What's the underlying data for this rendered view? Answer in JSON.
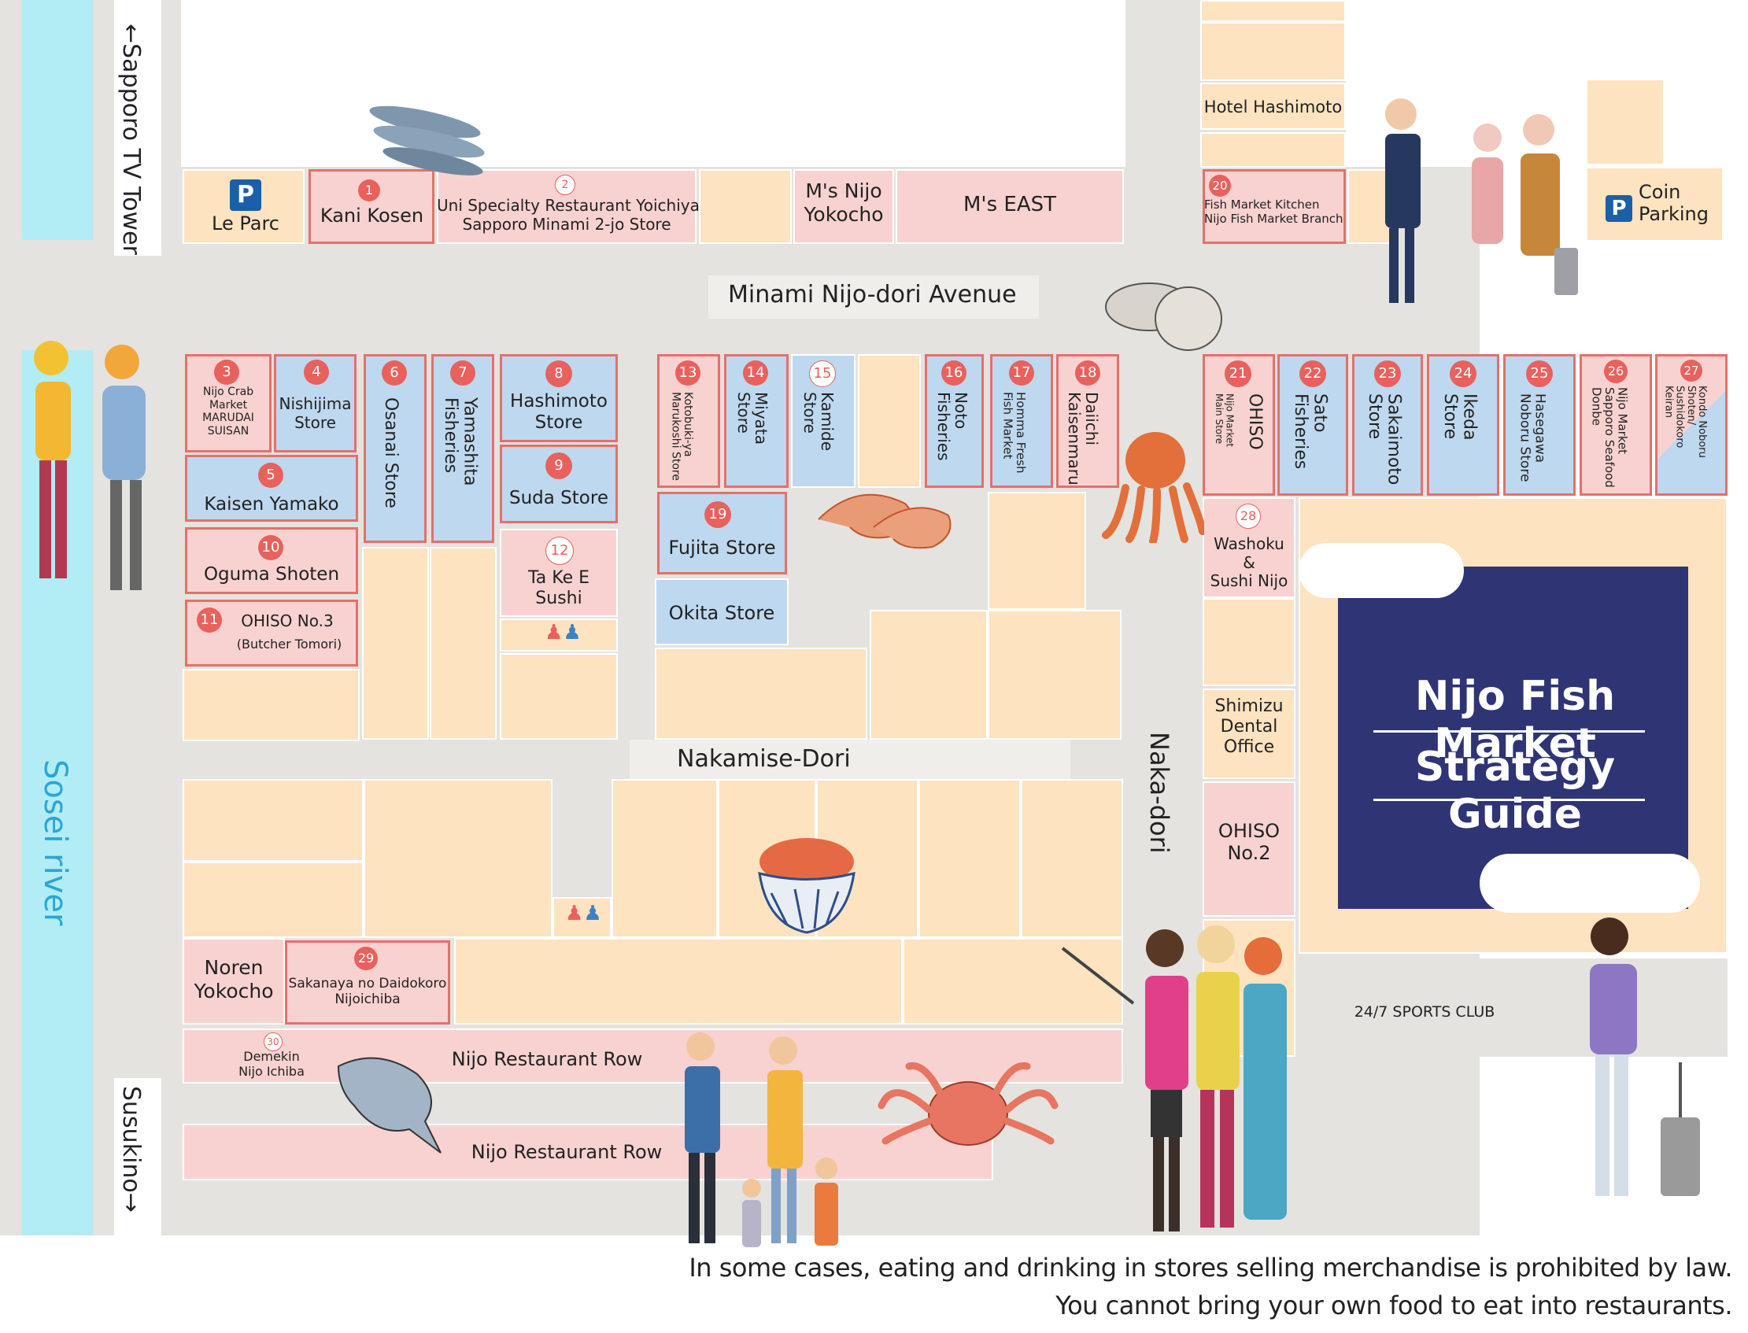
{
  "roads": {
    "sapporo_tv_tower": "←Sapporo TV Tower",
    "susukino": "Susukino→",
    "sosei_river": "Sosei river",
    "minami_nijo": "Minami Nijo-dori Avenue",
    "nakamise": "Nakamise-Dori",
    "naka_dori": "Naka-dori"
  },
  "parking": {
    "icon": "P",
    "le_parc": "Le Parc",
    "coin_parking": "Coin\nParking"
  },
  "places": {
    "ms_nijo": "M's Nijo\nYokocho",
    "ms_east": "M's EAST",
    "hotel_hashimoto": "Hotel Hashimoto",
    "shimizu_dental": "Shimizu\nDental\nOffice",
    "ohiso_no2": "OHISO\nNo.2",
    "sports_club": "24/7 SPORTS CLUB",
    "noren_yokocho": "Noren\nYokocho",
    "restaurant_row_1": "Nijo Restaurant Row",
    "restaurant_row_2": "Nijo Restaurant Row"
  },
  "stores": {
    "s1": {
      "num": "1",
      "name": "Kani Kosen"
    },
    "s2": {
      "num": "2",
      "name": "Uni Specialty Restaurant Yoichiya\nSapporo Minami 2-jo Store"
    },
    "s3": {
      "num": "3",
      "name": "Nijo Crab\nMarket\nMARUDAI\nSUISAN"
    },
    "s4": {
      "num": "4",
      "name": "Nishijima\nStore"
    },
    "s5": {
      "num": "5",
      "name": "Kaisen Yamako"
    },
    "s6": {
      "num": "6",
      "name": "Osanai Store"
    },
    "s7": {
      "num": "7",
      "name": "Yamashita\nFisheries"
    },
    "s8": {
      "num": "8",
      "name": "Hashimoto\nStore"
    },
    "s9": {
      "num": "9",
      "name": "Suda Store"
    },
    "s10": {
      "num": "10",
      "name": "Oguma Shoten"
    },
    "s11": {
      "num": "11",
      "name": "OHISO No.3",
      "sub": "(Butcher Tomori)"
    },
    "s12": {
      "num": "12",
      "name": "Ta Ke E\nSushi"
    },
    "s13": {
      "num": "13",
      "name": "Kotobuki-ya\nMarukoshi Store"
    },
    "s14": {
      "num": "14",
      "name": "Miyata\nStore"
    },
    "s15": {
      "num": "15",
      "name": "Kamide\nStore"
    },
    "s16": {
      "num": "16",
      "name": "Noto\nFisheries"
    },
    "s17": {
      "num": "17",
      "name": "Homma Fresh\nFish Market"
    },
    "s18": {
      "num": "18",
      "name": "Daiichi\nKaisenmaru"
    },
    "s19": {
      "num": "19",
      "name": "Fujita Store"
    },
    "okita": {
      "name": "Okita Store"
    },
    "s20": {
      "num": "20",
      "name": "Fish Market Kitchen\nNijo Fish Market Branch"
    },
    "s21": {
      "num": "21",
      "name": "OHISO",
      "sub": "Nijo Market\nMain Store"
    },
    "s22": {
      "num": "22",
      "name": "Sato\nFisheries"
    },
    "s23": {
      "num": "23",
      "name": "Sakaimoto\nStore"
    },
    "s24": {
      "num": "24",
      "name": "Ikeda\nStore"
    },
    "s25": {
      "num": "25",
      "name": "Hasegawa\nNoboru Store"
    },
    "s26": {
      "num": "26",
      "name": "Nijo Market\nSapporo Seafood\nDonbe"
    },
    "s27": {
      "num": "27",
      "name": "Kondo Noboru\nShoten/\nSushidokoro\nKeiran"
    },
    "s28": {
      "num": "28",
      "name": "Washoku\n&\nSushi Nijo"
    },
    "s29": {
      "num": "29",
      "name": "Sakanaya no Daidokoro\nNijoichiba"
    },
    "s30": {
      "num": "30",
      "name": "Demekin\nNijo Ichiba"
    }
  },
  "guide": {
    "line1": "Nijo Fish Market",
    "line2": "Strategy Guide"
  },
  "notice": {
    "line1": "In some cases, eating and drinking in stores selling merchandise is prohibited by law.",
    "line2": "You cannot bring your own food to eat into restaurants."
  },
  "restroom_icon": "restroom-icon",
  "colors": {
    "store_pink": "#f8d2d0",
    "store_blue": "#bed8ef",
    "block_beige": "#fde3c0",
    "road": "#e4e3df",
    "river": "#b2ecf5",
    "number_red": "#e8615d",
    "guide_navy": "#2f3475"
  }
}
